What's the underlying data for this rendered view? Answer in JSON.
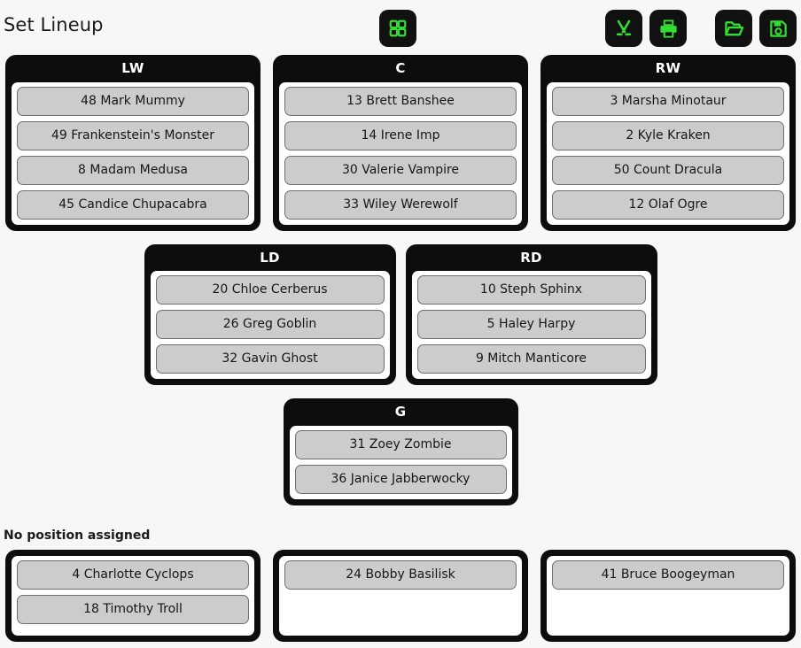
{
  "header": {
    "title": "Set Lineup",
    "center_tools": [
      {
        "name": "grid-view-icon",
        "label": "Grid view"
      }
    ],
    "right_tools": [
      {
        "name": "hockey-sticks-icon",
        "label": "Lineup"
      },
      {
        "name": "printer-icon",
        "label": "Print"
      },
      {
        "name": "folder-open-icon",
        "label": "Open"
      },
      {
        "name": "save-disk-icon",
        "label": "Save"
      }
    ]
  },
  "colors": {
    "accent_green": "#33dd33",
    "panel_black": "#0d0d0d",
    "player_gray": "#cccccc",
    "page_background": "#f7f7f5"
  },
  "lineup": {
    "rows": [
      {
        "groups": [
          {
            "position": "LW",
            "players": [
              "48 Mark Mummy",
              "49 Frankenstein's Monster",
              "8 Madam Medusa",
              "45 Candice Chupacabra"
            ]
          },
          {
            "position": "C",
            "players": [
              "13 Brett Banshee",
              "14 Irene Imp",
              "30 Valerie Vampire",
              "33 Wiley Werewolf"
            ]
          },
          {
            "position": "RW",
            "players": [
              "3 Marsha Minotaur",
              "2 Kyle Kraken",
              "50 Count Dracula",
              "12 Olaf Ogre"
            ]
          }
        ]
      },
      {
        "groups": [
          {
            "position": "LD",
            "players": [
              "20 Chloe Cerberus",
              "26 Greg Goblin",
              "32 Gavin Ghost"
            ]
          },
          {
            "position": "RD",
            "players": [
              "10 Steph Sphinx",
              "5 Haley Harpy",
              "9 Mitch Manticore"
            ]
          }
        ]
      },
      {
        "groups": [
          {
            "position": "G",
            "players": [
              "31 Zoey Zombie",
              "36 Janice Jabberwocky"
            ]
          }
        ]
      }
    ]
  },
  "unassigned": {
    "label": "No position assigned",
    "columns": [
      {
        "players": [
          "4 Charlotte Cyclops",
          "18 Timothy Troll"
        ]
      },
      {
        "players": [
          "24 Bobby Basilisk"
        ]
      },
      {
        "players": [
          "41 Bruce Boogeyman"
        ]
      }
    ]
  }
}
